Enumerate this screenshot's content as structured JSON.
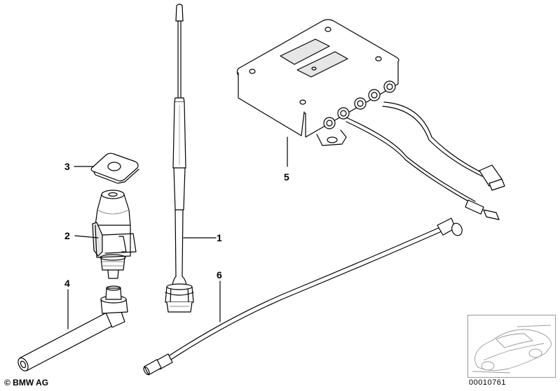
{
  "callouts": {
    "c1": "1",
    "c2": "2",
    "c3": "3",
    "c4": "4",
    "c5": "5",
    "c6": "6"
  },
  "footer": {
    "copyright": "© BMW AG",
    "doc_number": "00010761"
  },
  "colors": {
    "line": "#000000",
    "shade": "#d9d9d9",
    "thumb_border": "#9a9a9a"
  }
}
